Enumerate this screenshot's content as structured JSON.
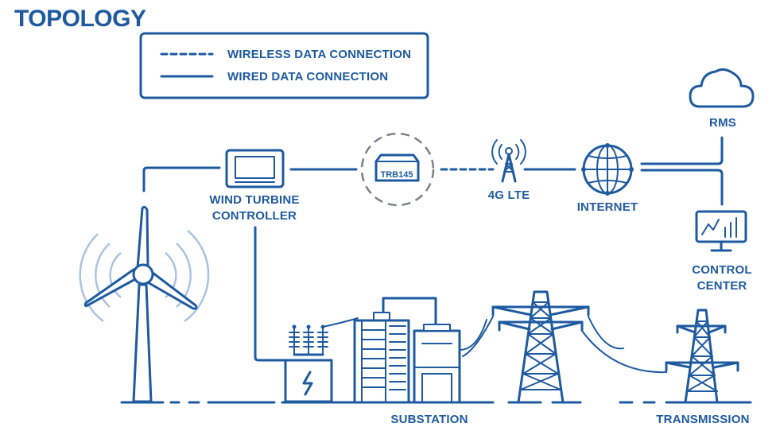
{
  "title": "TOPOLOGY",
  "legend": {
    "wireless": "WIRELESS DATA CONNECTION",
    "wired": "WIRED DATA CONNECTION"
  },
  "labels": {
    "wtc_line1": "WIND TURBINE",
    "wtc_line2": "CONTROLLER",
    "router": "TRB145",
    "lte": "4G LTE",
    "internet": "INTERNET",
    "rms": "RMS",
    "cc_line1": "CONTROL",
    "cc_line2": "CENTER",
    "substation": "SUBSTATION",
    "transmission": "TRANSMISSION"
  },
  "colors": {
    "primary": "#1e5aa0",
    "router_ring": "#7d8088",
    "wave_light": "#a9c4e2"
  },
  "icons": [
    "wind-turbine-icon",
    "controller-screen-icon",
    "router-icon",
    "cell-tower-icon",
    "globe-icon",
    "cloud-icon",
    "monitor-chart-icon",
    "transformer-icon",
    "substation-building-icon",
    "power-pylon-icon"
  ]
}
